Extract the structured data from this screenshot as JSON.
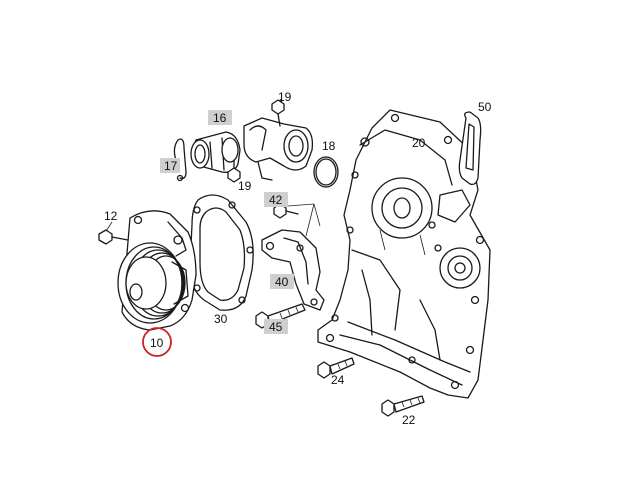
{
  "diagram": {
    "callouts": [
      {
        "id": "c10",
        "text": "10",
        "highlighted": true
      },
      {
        "id": "c12",
        "text": "12",
        "highlighted": false
      },
      {
        "id": "c16",
        "text": "16",
        "highlighted": false
      },
      {
        "id": "c17",
        "text": "17",
        "highlighted": false
      },
      {
        "id": "c18",
        "text": "18",
        "highlighted": false
      },
      {
        "id": "c19a",
        "text": "19",
        "highlighted": false
      },
      {
        "id": "c19b",
        "text": "19",
        "highlighted": false
      },
      {
        "id": "c20",
        "text": "20",
        "highlighted": false
      },
      {
        "id": "c22",
        "text": "22",
        "highlighted": false
      },
      {
        "id": "c24",
        "text": "24",
        "highlighted": false
      },
      {
        "id": "c30",
        "text": "30",
        "highlighted": false
      },
      {
        "id": "c40",
        "text": "40",
        "highlighted": false
      },
      {
        "id": "c42",
        "text": "42",
        "highlighted": false
      },
      {
        "id": "c45",
        "text": "45",
        "highlighted": false
      },
      {
        "id": "c50",
        "text": "50",
        "highlighted": false
      }
    ],
    "colors": {
      "line": "#1a1a1a",
      "label_box": "#cfcfcf",
      "highlight_circle": "#cc2222",
      "background": "#ffffff"
    }
  }
}
